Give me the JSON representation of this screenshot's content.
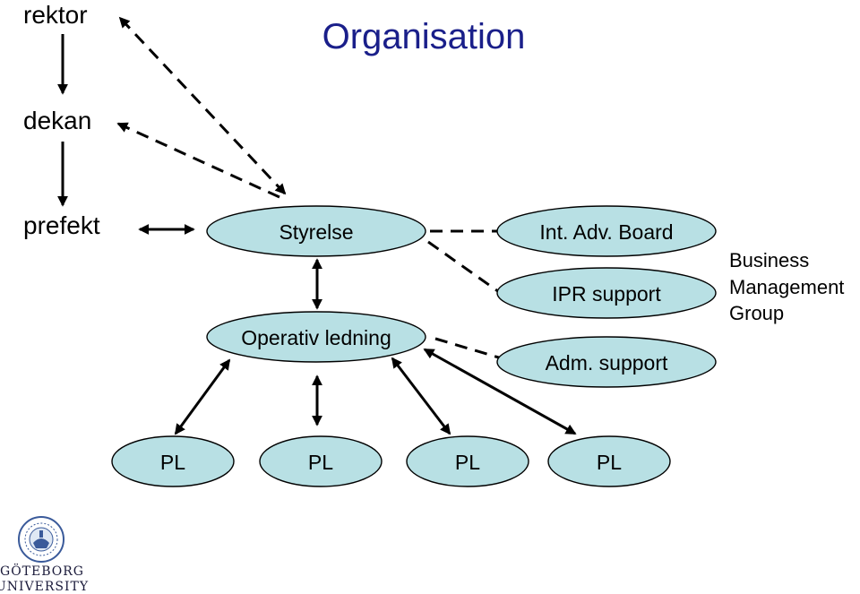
{
  "title": "Organisation",
  "roles": {
    "rektor": "rektor",
    "dekan": "dekan",
    "prefekt": "prefekt"
  },
  "nodes": {
    "styrelse": "Styrelse",
    "operativ": "Operativ ledning",
    "int_adv_board": "Int. Adv. Board",
    "ipr_support": "IPR support",
    "adm_support": "Adm. support",
    "pl_1": "PL",
    "pl_2": "PL",
    "pl_3": "PL",
    "pl_4": "PL"
  },
  "side_label": {
    "line1": "Business",
    "line2": "Management",
    "line3": "Group"
  },
  "logo": {
    "line1": "GÖTEBORG",
    "line2": "UNIVERSITY"
  },
  "colors": {
    "title": "#1a1f8a",
    "node_fill": "#b8e0e4",
    "line": "#000000"
  }
}
